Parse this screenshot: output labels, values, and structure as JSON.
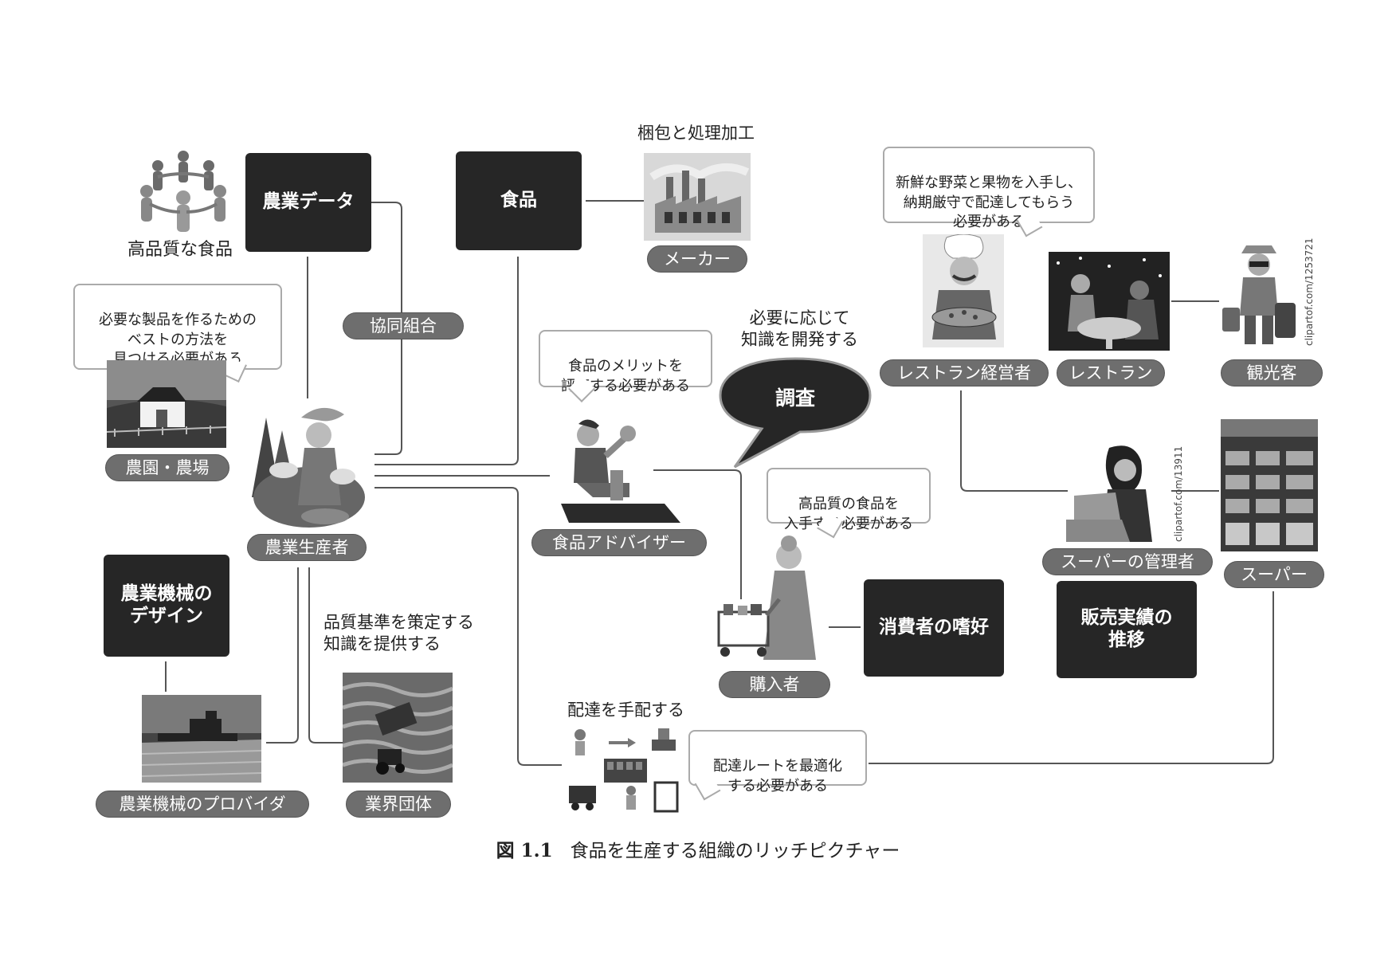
{
  "diagram": {
    "boxes": {
      "farm_data": "農業データ",
      "food": "食品",
      "machinery_design": "農業機械の\nデザイン",
      "consumer_pref": "消費者の嗜好",
      "sales_trend": "販売実績の\n推移"
    },
    "cloud": {
      "research": "調査"
    },
    "pills": {
      "manufacturer": "メーカー",
      "cooperative": "協同組合",
      "farm": "農園・農場",
      "producer": "農業生産者",
      "food_advisor": "食品アドバイザー",
      "restaurant_owner": "レストラン経営者",
      "restaurant": "レストラン",
      "tourist": "観光客",
      "super_manager": "スーパーの管理者",
      "supermarket": "スーパー",
      "buyer": "購入者",
      "machine_provider": "農業機械のプロバイダ",
      "industry_group": "業界団体"
    },
    "labels": {
      "packaging": "梱包と処理加工",
      "quality_food": "高品質な食品",
      "develop_knowledge": "必要に応じて\n知識を開発する",
      "standards": "品質基準を策定する\n知識を提供する",
      "arrange_delivery": "配達を手配する"
    },
    "bubbles": {
      "best_method": "必要な製品を作るための\nベストの方法を\n見つける必要がある",
      "evaluate_merits": "食品のメリットを\n評価する必要がある",
      "fresh_produce": "新鮮な野菜と果物を入手し、\n納期厳守で配達してもらう\n必要がある",
      "obtain_quality": "高品質の食品を\n入手する必要がある",
      "optimize_route": "配達ルートを最適化\nする必要がある"
    },
    "watermarks": {
      "clipart_1": "clipartof.com/1253721",
      "clipart_2": "clipartof.com/13911"
    }
  },
  "caption": {
    "number": "図 1.1",
    "text": "食品を生産する組織のリッチピクチャー"
  }
}
